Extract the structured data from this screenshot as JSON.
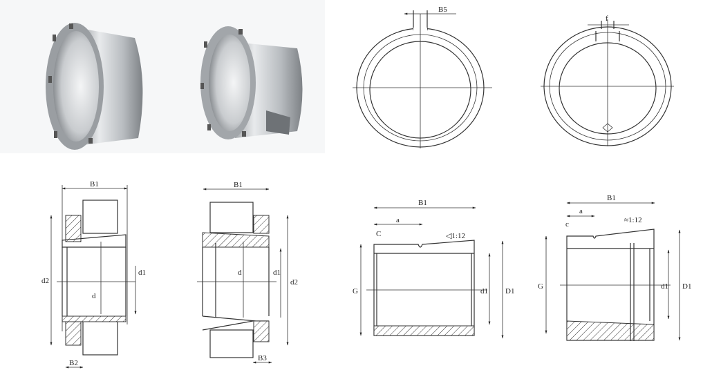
{
  "top_views": {
    "slot_width_label": "B5",
    "slot_label_2": "f"
  },
  "sleeve_view_1": {
    "width_label": "B1",
    "outer_dia_label": "d2",
    "bore_label": "d",
    "thread_label": "d1",
    "nut_width_label": "B2"
  },
  "sleeve_view_2": {
    "width_label": "B1",
    "bore_label": "d",
    "thread_label": "d1",
    "outer_dia_label": "d2",
    "nut_width_label": "B3"
  },
  "sleeve_view_3": {
    "width_label": "B1",
    "groove_label": "a",
    "chamfer_label": "C",
    "taper_label": "◁1:12",
    "thread_label": "G",
    "bore_label": "d1",
    "outer_label": "D1"
  },
  "sleeve_view_4": {
    "width_label": "B1",
    "groove_label": "a",
    "chamfer_label": "c",
    "taper_label": "≈1:12",
    "thread_label": "G",
    "bore_label": "d1",
    "outer_label": "D1"
  }
}
